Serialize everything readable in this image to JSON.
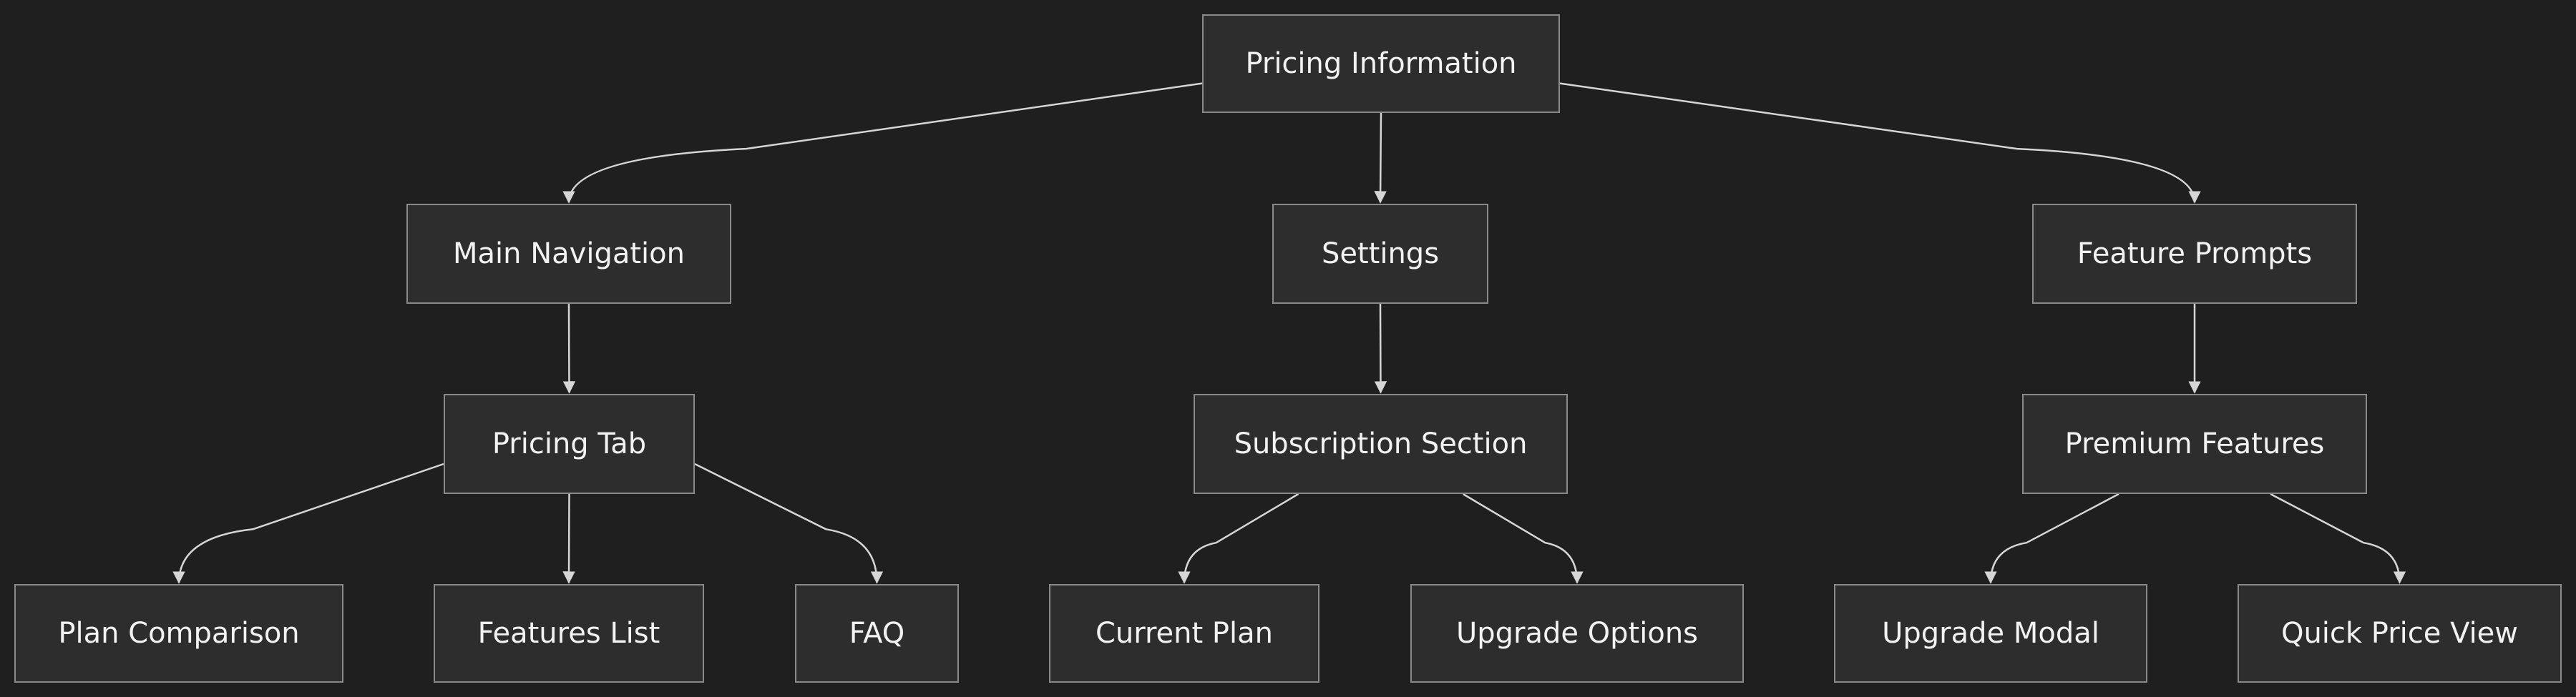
{
  "diagram": {
    "colors": {
      "background": "#1f1f1f",
      "node_fill": "#2d2d2d",
      "node_border": "#8a8a8a",
      "edge": "#d6d6d6",
      "text": "#f2f2f2"
    },
    "nodes": {
      "root": "Pricing Information",
      "main_navigation": "Main Navigation",
      "settings": "Settings",
      "feature_prompts": "Feature Prompts",
      "pricing_tab": "Pricing Tab",
      "subscription_section": "Subscription Section",
      "premium_features": "Premium Features",
      "plan_comparison": "Plan Comparison",
      "features_list": "Features List",
      "faq": "FAQ",
      "current_plan": "Current Plan",
      "upgrade_options": "Upgrade Options",
      "upgrade_modal": "Upgrade Modal",
      "quick_price_view": "Quick Price View"
    },
    "edges": [
      {
        "from": "root",
        "to": "main_navigation"
      },
      {
        "from": "root",
        "to": "settings"
      },
      {
        "from": "root",
        "to": "feature_prompts"
      },
      {
        "from": "main_navigation",
        "to": "pricing_tab"
      },
      {
        "from": "settings",
        "to": "subscription_section"
      },
      {
        "from": "feature_prompts",
        "to": "premium_features"
      },
      {
        "from": "pricing_tab",
        "to": "plan_comparison"
      },
      {
        "from": "pricing_tab",
        "to": "features_list"
      },
      {
        "from": "pricing_tab",
        "to": "faq"
      },
      {
        "from": "subscription_section",
        "to": "current_plan"
      },
      {
        "from": "subscription_section",
        "to": "upgrade_options"
      },
      {
        "from": "premium_features",
        "to": "upgrade_modal"
      },
      {
        "from": "premium_features",
        "to": "quick_price_view"
      }
    ]
  }
}
